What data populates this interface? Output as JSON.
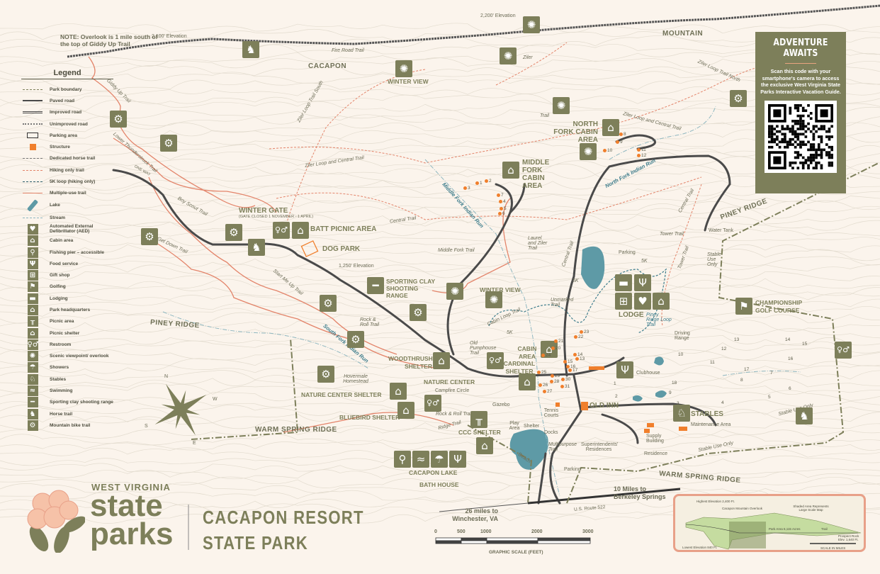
{
  "header": {
    "note": "NOTE: Overlook is 1 mile south of the top of Giddy Up Trail"
  },
  "legend": {
    "title": "Legend",
    "items": [
      {
        "label": "Park boundary",
        "icon": "park-boundary-line"
      },
      {
        "label": "Paved road",
        "icon": "paved-road-line"
      },
      {
        "label": "Improved road",
        "icon": "improved-road-line"
      },
      {
        "label": "Unimproved road",
        "icon": "unimproved-road-line"
      },
      {
        "label": "Parking area",
        "icon": "parking-icon"
      },
      {
        "label": "Structure",
        "icon": "structure-icon"
      },
      {
        "label": "Dedicated horse trail",
        "icon": "horse-trail-line"
      },
      {
        "label": "Hiking only trail",
        "icon": "hiking-trail-line"
      },
      {
        "label": "5K loop (hiking only)",
        "icon": "5k-loop-line"
      },
      {
        "label": "Multiple-use trail",
        "icon": "multiple-use-trail-line"
      },
      {
        "label": "Lake",
        "icon": "lake-icon"
      },
      {
        "label": "Stream",
        "icon": "stream-line"
      },
      {
        "label": "Automated External Defibrillator (AED)",
        "icon": "aed-icon"
      },
      {
        "label": "Cabin area",
        "icon": "cabin-icon"
      },
      {
        "label": "Fishing pier – accessible",
        "icon": "fishing-icon"
      },
      {
        "label": "Food service",
        "icon": "food-icon"
      },
      {
        "label": "Gift shop",
        "icon": "gift-shop-icon"
      },
      {
        "label": "Golfing",
        "icon": "golf-icon"
      },
      {
        "label": "Lodging",
        "icon": "lodging-icon"
      },
      {
        "label": "Park headquarters",
        "icon": "headquarters-icon"
      },
      {
        "label": "Picnic area",
        "icon": "picnic-area-icon"
      },
      {
        "label": "Picnic shelter",
        "icon": "picnic-shelter-icon"
      },
      {
        "label": "Restroom",
        "icon": "restroom-icon"
      },
      {
        "label": "Scenic viewpoint/ overlook",
        "icon": "scenic-icon"
      },
      {
        "label": "Showers",
        "icon": "showers-icon"
      },
      {
        "label": "Stables",
        "icon": "stables-icon"
      },
      {
        "label": "Swimming",
        "icon": "swimming-icon"
      },
      {
        "label": "Sporting clay shooting range",
        "icon": "shooting-icon"
      },
      {
        "label": "Horse trail",
        "icon": "horse-icon"
      },
      {
        "label": "Mountain bike trail",
        "icon": "bike-icon"
      }
    ]
  },
  "promo": {
    "title": "ADVENTURE AWAITS",
    "text": "Scan this code with your smartphone's camera to access the exclusive West Virginia State Parks Interactive Vacation Guide."
  },
  "labels": {
    "elev2100": "2,100' Elevation",
    "elev2200": "2,200' Elevation",
    "elev1250": "1,250' Elevation",
    "mountain": "MOUNTAIN",
    "cacapon": "CACAPON",
    "fire_road": "Fire Road Trail",
    "winter_view_1": "WINTER VIEW",
    "winter_view_2": "WINTER VIEW",
    "giddy_up": "Giddy Up Trail",
    "lower_thunder": "Lower Thunderstruck Trail",
    "one_way": "ONE WAY",
    "boy_scout": "Boy Scout Trail",
    "get_down": "Get Down Trail",
    "start_me_up": "Start Me Up Trail",
    "ziler_south": "Ziler Loop Trail South",
    "ziler_central_1": "Ziler Loop and Central Trail",
    "ziler_central_2": "Ziler Loop and Central Trail",
    "ziler_north": "Ziler Loop Trail North",
    "ziler": "Ziler",
    "trail": "Trail",
    "winter_gate": "WINTER GATE",
    "gate_closed": "(GATE CLOSED 1 NOVEMBER - 1 APRIL)",
    "batt_picnic": "BATT PICNIC AREA",
    "dog_park": "DOG PARK",
    "central_trail_1": "Central Trail",
    "central_trail_2": "Central Trail",
    "central_trail_3": "Central Trail",
    "middle_fork_trail": "Middle Fork Trail",
    "middle_fork_run": "Middle Fork Indian Run",
    "middle_fork_cabin": "MIDDLE FORK CABIN AREA",
    "north_fork_cabin": "NORTH FORK CABIN AREA",
    "north_fork_run": "North Fork Indian Run",
    "piney_ridge_1": "PINEY RIDGE",
    "piney_ridge_2": "PINEY RIDGE",
    "water_tank": "Water Tank",
    "tower_trail_1": "Tower Trail",
    "tower_trail_2": "Tower Trail",
    "stable_use_1": "Stable Use Only",
    "stable_use_2": "Stable Use Only",
    "stable_use_3": "Stable Use Only",
    "parking_1": "Parking",
    "parking_2": "Parking",
    "laurel_ziler": "Laurel and Ziler Trail",
    "unmarked": "Unmarked Trail",
    "sporting_clay": "SPORTING CLAY SHOOTING RANGE",
    "lodge": "LODGE",
    "golf_course": "CHAMPIONSHIP GOLF COURSE",
    "rock_roll_1": "Rock & Roll Trail",
    "rock_roll_2": "Rock & Roll Trail",
    "south_fork_run": "South Fork Indian Run",
    "cabin_loop": "Cabin Loop Trail",
    "old_pumphouse": "Old Pumphouse Trail",
    "cabin_area": "CABIN AREA",
    "cardinal_shelter": "CARDINAL SHELTER",
    "woodthrush": "WOODTHRUSH SHELTER",
    "nature_center": "NATURE CENTER",
    "campfire": "Campfire Circle",
    "gazebo": "Gazebo",
    "hovermale": "Hovermale Homestead",
    "nature_center_shelter": "NATURE CENTER SHELTER",
    "bluebird": "BLUEBIRD SHELTER",
    "ridge_trail": "Ridge Trail",
    "tennis": "Tennis Courts",
    "old_inn": "OLD INN",
    "piney_loop": "Piney Ridge Loop Trail",
    "driving_range": "Driving Range",
    "clubhouse": "Clubhouse",
    "stables": "STABLES",
    "maintenance": "Maintenance Area",
    "supply": "Supply Building",
    "residence": "Residence",
    "superintendents": "Superintendents' Residences",
    "multipurpose": "Multipurpose Trail",
    "play_area": "Play Area",
    "shelter": "Shelter",
    "docks": "Docks",
    "ccc_shelter": "CCC SHELTER",
    "cacapon_lake": "CACAPON LAKE",
    "bath_house": "BATH HOUSE",
    "beach": "Beach",
    "warm_spring_1": "WARM SPRING RIDGE",
    "warm_spring_2": "WARM SPRING RIDGE",
    "berkeley": "10 Miles to Berkeley Springs",
    "winchester": "26 miles to Winchester, VA",
    "route": "U.S. Route 522",
    "sk": "5K"
  },
  "golf_holes": [
    "1",
    "2",
    "3",
    "4",
    "5",
    "6",
    "7",
    "8",
    "9",
    "10",
    "11",
    "12",
    "13",
    "14",
    "15",
    "16",
    "17",
    "18"
  ],
  "cabins": [
    "1",
    "2",
    "3",
    "4",
    "5",
    "6",
    "7",
    "8",
    "9",
    "10",
    "11",
    "12",
    "13",
    "14",
    "15",
    "16",
    "17",
    "20",
    "21",
    "22",
    "23",
    "24",
    "25",
    "26",
    "27",
    "28",
    "29",
    "30",
    "31"
  ],
  "compass": {
    "n": "N",
    "e": "E",
    "s": "S",
    "w": "W"
  },
  "logo": {
    "state_name": "WEST VIRGINIA",
    "line1": "state",
    "line2": "parks"
  },
  "title": {
    "line1": "CACAPON RESORT",
    "line2": "STATE PARK"
  },
  "scale": {
    "ticks": [
      "0",
      "500",
      "1000",
      "2000",
      "3000"
    ],
    "caption": "GRAPHIC SCALE (FEET)"
  },
  "inset": {
    "highest": "Highest Elevation 2,400 Ft.",
    "overlook": "Cacapon Mountain Overlook",
    "shaded": "Shaded Area Represents Large Scale Map",
    "area": "Park Area 6,115 Acres",
    "trail": "Trail",
    "prospect": "Prospect Rock Elev. 1,640 Ft.",
    "lowest": "Lowest Elevation 840 Ft.",
    "scale": "SCALE IN MILES"
  },
  "colors": {
    "olive": "#7d7f5a",
    "orange": "#f07f2c",
    "trail": "#e3846a",
    "water": "#5e9aa6",
    "road": "#4a4a4a",
    "background": "#fbf4ec"
  }
}
